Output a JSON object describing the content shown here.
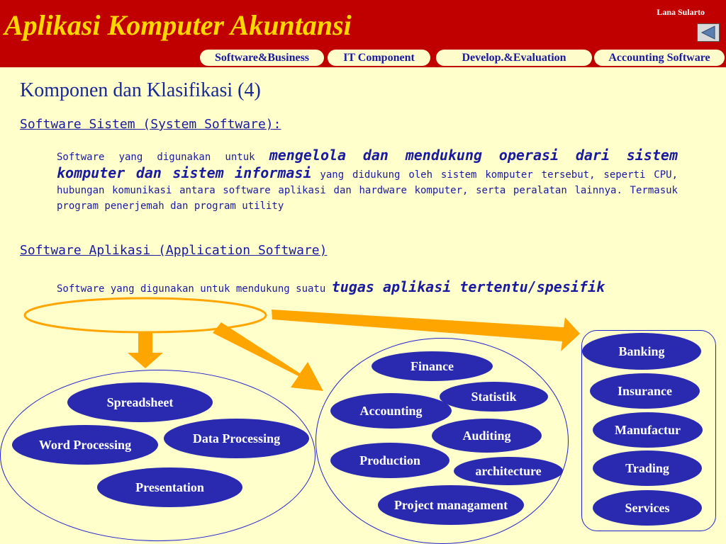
{
  "header": {
    "app_title": "Aplikasi Komputer Akuntansi",
    "author": "Lana Sularto",
    "back_icon": "back-arrow-icon",
    "colors": {
      "background": "#c00000",
      "title": "#ffd700",
      "tab_bg": "#fffccc",
      "tab_text": "#1a1aa0"
    }
  },
  "nav": {
    "tabs": [
      {
        "label": "Software&Business"
      },
      {
        "label": "IT Component"
      },
      {
        "label": "Develop.&Evaluation"
      },
      {
        "label": "Accounting Software"
      }
    ]
  },
  "slide": {
    "title": "Komponen dan Klasifikasi (4)",
    "section1": {
      "heading": "Software Sistem (System Software):",
      "p1": "Software yang digunakan untuk ",
      "em1": "mengelola dan mendukung operasi dari sistem komputer dan sistem informasi",
      "p2": " yang didukung oleh sistem komputer tersebut, seperti CPU, hubungan komunikasi antara software aplikasi dan hardware komputer, serta peralatan lainnya. Termasuk program penerjemah dan program utility"
    },
    "section2": {
      "heading": "Software Aplikasi (Application Software)",
      "p1": "Software yang digunakan untuk mendukung suatu ",
      "em1": "tugas aplikasi tertentu/spesifik"
    }
  },
  "diagram": {
    "general": [
      "Spreadsheet",
      "Word Processing",
      "Data Processing",
      "Presentation"
    ],
    "functional": [
      "Finance",
      "Statistik",
      "Accounting",
      "Auditing",
      "Production",
      "architecture",
      "Project managament"
    ],
    "industry": [
      "Banking",
      "Insurance",
      "Manufactur",
      "Trading",
      "Services"
    ],
    "colors": {
      "pill": "#2a2ab0",
      "arrow": "#ffa500",
      "highlight": "#ffa500",
      "outline": "#2222cc"
    }
  }
}
